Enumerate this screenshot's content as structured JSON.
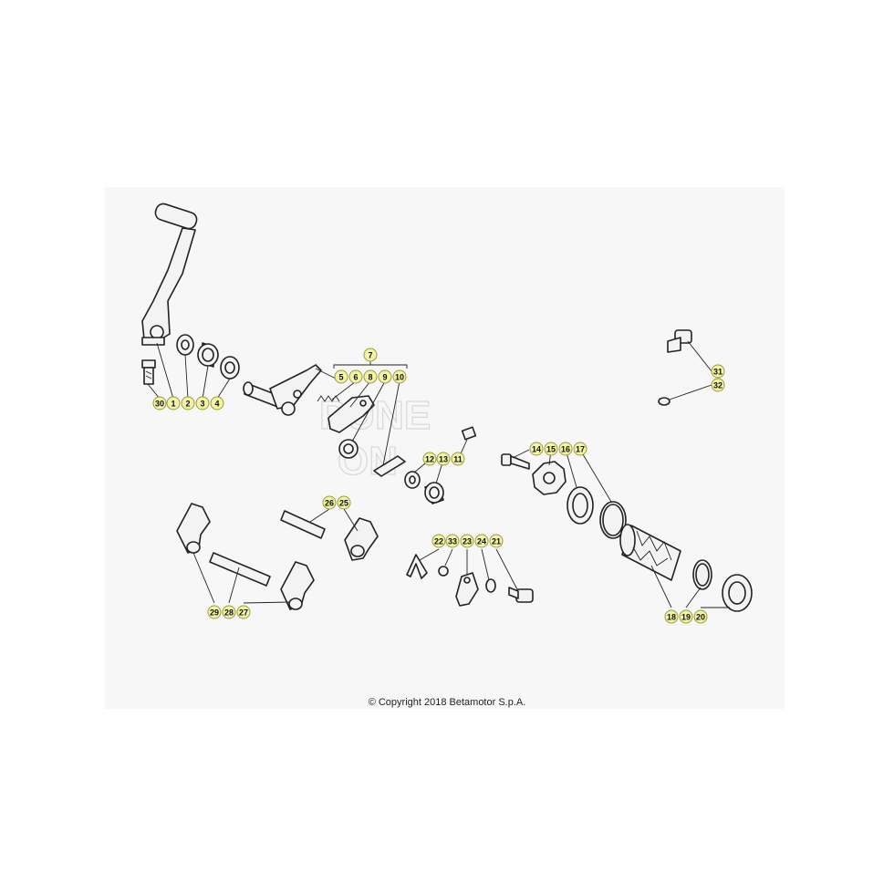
{
  "diagram": {
    "callouts": [
      "30",
      "1",
      "2",
      "3",
      "4",
      "5",
      "6",
      "8",
      "9",
      "10",
      "7",
      "31",
      "32",
      "14",
      "15",
      "16",
      "17",
      "12",
      "13",
      "11",
      "26",
      "25",
      "22",
      "33",
      "23",
      "24",
      "21",
      "29",
      "28",
      "27",
      "18",
      "19",
      "20"
    ],
    "copyright": "© Copyright 2018 Betamotor S.p.A."
  },
  "colors": {
    "callout_fill": "#f3f3a8",
    "callout_stroke": "#9b9b3a",
    "line": "#222222",
    "panel": "#f7f7f7"
  }
}
